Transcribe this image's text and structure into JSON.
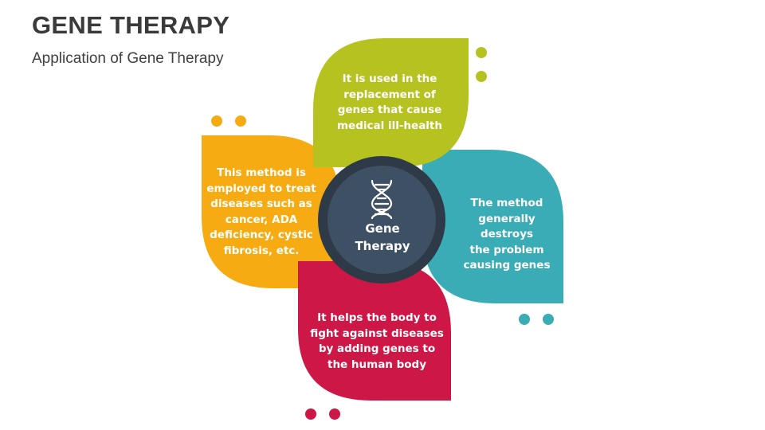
{
  "slide": {
    "title": "GENE THERAPY",
    "subtitle": "Application of Gene Therapy"
  },
  "center": {
    "label_line1": "Gene",
    "label_line2": "Therapy",
    "icon": "dna-icon",
    "ring_color": "#2e3a47",
    "fill_color": "#3e5063"
  },
  "petals": {
    "top": {
      "color": "#b5c220",
      "text": [
        "It is used in the",
        "replacement of",
        "genes that cause",
        "medical ill-health"
      ]
    },
    "right": {
      "color": "#3aacb6",
      "text": [
        "The method",
        "generally destroys",
        "the problem",
        "causing genes"
      ]
    },
    "bottom": {
      "color": "#cd1747",
      "text": [
        "It helps the body to",
        "fight against diseases",
        "by adding genes to",
        "the human body"
      ]
    },
    "left": {
      "color": "#f7ab12",
      "text": [
        "This method is",
        "employed to treat",
        "diseases such as",
        "cancer, ADA",
        "deficiency, cystic",
        "fibrosis, etc."
      ]
    }
  }
}
